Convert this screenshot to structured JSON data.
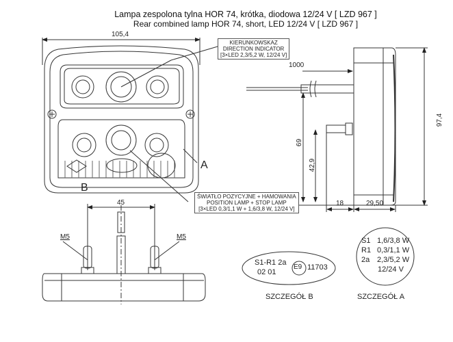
{
  "title": {
    "pl": "Lampa zespolona tylna HOR 74, krótka, diodowa 12/24 V [ LZD 967 ]",
    "en": "Rear combined lamp HOR 74, short, LED 12/24 V [ LZD 967 ]"
  },
  "dimensions": {
    "width": "105,4",
    "cable_length": "1000",
    "height_total": "97,4",
    "cable_height": "69",
    "stud_height": "42,9",
    "stud_length": "18",
    "depth": "29,50",
    "stud_spacing": "45",
    "thread_left": "M5",
    "thread_right": "M5"
  },
  "callouts": {
    "direction": {
      "pl": "KIERUNKOWSKAZ",
      "en": "DIRECTION INDICATOR",
      "spec": "[3×LED 2,3/5,2 W, 12/24 V]"
    },
    "position_stop": {
      "pl": "ŚWIATŁO POZYCYJNE + HAMOWANIA",
      "en": "POSITION LAMP + STOP LAMP",
      "spec": "[3×LED 0,3/1,1 W + 1,6/3,8 W, 12/24 V]"
    }
  },
  "markers": {
    "a": "A",
    "b": "B"
  },
  "detail_b": {
    "label": "SZCZEGÓŁ B",
    "row1": "S1-R1  2a",
    "row2": "02    01",
    "approval_mark": "E9",
    "approval_number": "11703"
  },
  "detail_a": {
    "label": "SZCZEGÓŁ A",
    "rows": [
      {
        "code": "S1",
        "value": "1,6/3,8 W"
      },
      {
        "code": "R1",
        "value": "0,3/1,1 W"
      },
      {
        "code": "2a",
        "value": "2,3/5,2 W"
      },
      {
        "code": "",
        "value": "12/24 V"
      }
    ]
  }
}
